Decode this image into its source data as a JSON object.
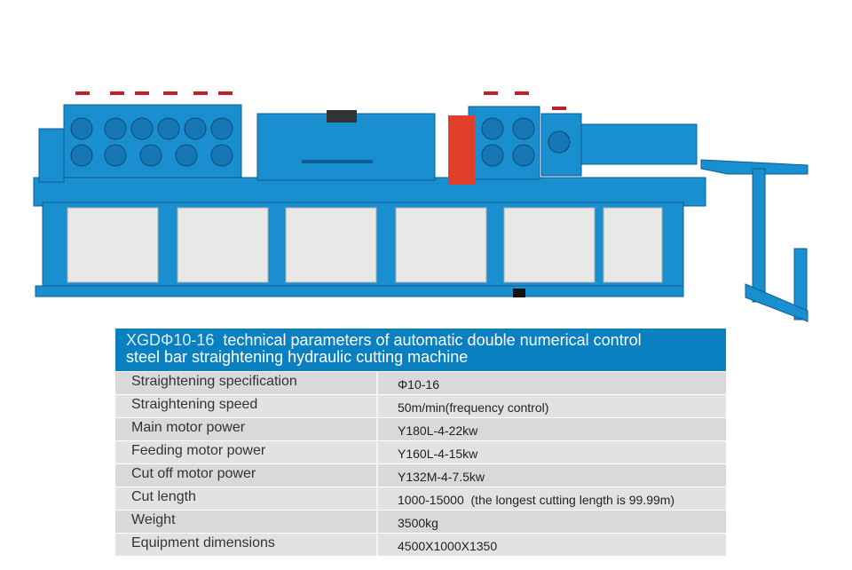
{
  "title": {
    "model": "XGDΦ10-16",
    "line1": "technical parameters of automatic double  numerical control",
    "line2": "steel bar straightening hydraulic cutting machine"
  },
  "rows": [
    {
      "label": "Straightening specification",
      "value": "Φ10-16"
    },
    {
      "label": "Straightening speed",
      "value": "50m/min(frequency control)"
    },
    {
      "label": "Main motor power",
      "value": "Y180L-4-22kw"
    },
    {
      "label": "Feeding motor power",
      "value": "Y160L-4-15kw"
    },
    {
      "label": "Cut off motor power",
      "value": "Y132M-4-7.5kw"
    },
    {
      "label": "Cut length",
      "value": "1000-15000  (the longest cutting length is 99.99m)"
    },
    {
      "label": "Weight",
      "value": "3500kg"
    },
    {
      "label": "Equipment dimensions",
      "value": "4500X1000X1350"
    }
  ],
  "colors": {
    "machine_blue": "#1a8fd0",
    "header_blue": "#0b80c0",
    "motor_red": "#e0402a"
  }
}
